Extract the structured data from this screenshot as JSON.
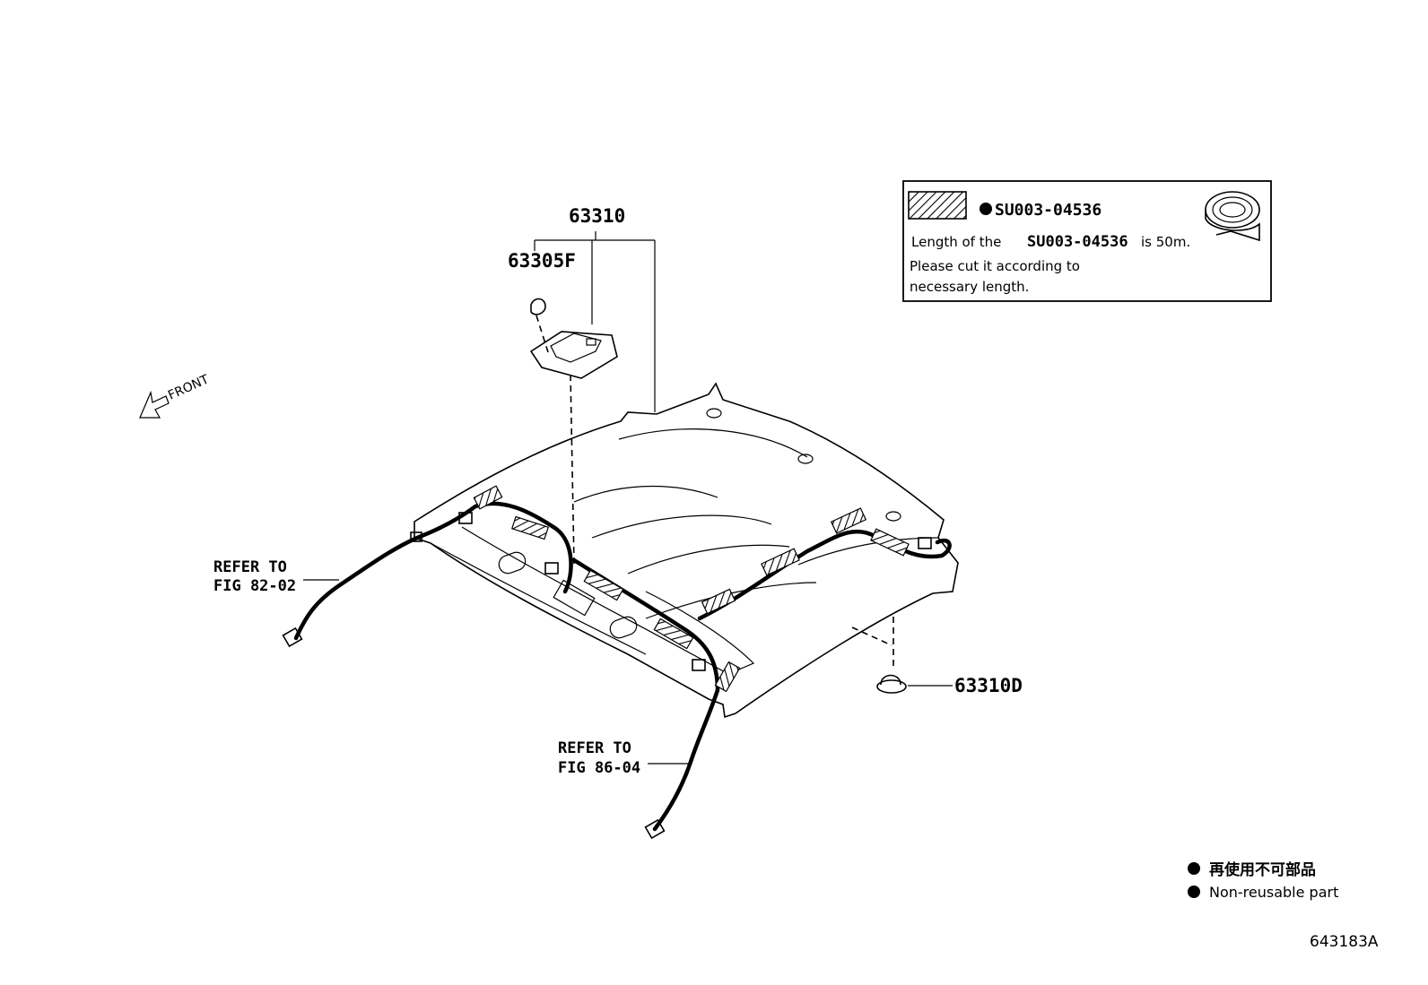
{
  "diagram": {
    "front_label": "FRONT",
    "parts": {
      "p63310": "63310",
      "p63305F": "63305F",
      "p63310D": "63310D"
    },
    "refer_1": {
      "line1": "REFER TO",
      "line2": "FIG 82-02"
    },
    "refer_2": {
      "line1": "REFER TO",
      "line2": "FIG 86-04"
    },
    "note_box": {
      "part_code": "SU003-04536",
      "line1_prefix": "Length of the",
      "line1_code": "SU003-04536",
      "line1_suffix": "is 50m.",
      "line2": "Please cut it according to",
      "line3": "necessary length."
    },
    "legend": {
      "japanese": "再使用不可部品",
      "english": "Non-reusable part"
    },
    "figure_id": "643183A"
  }
}
